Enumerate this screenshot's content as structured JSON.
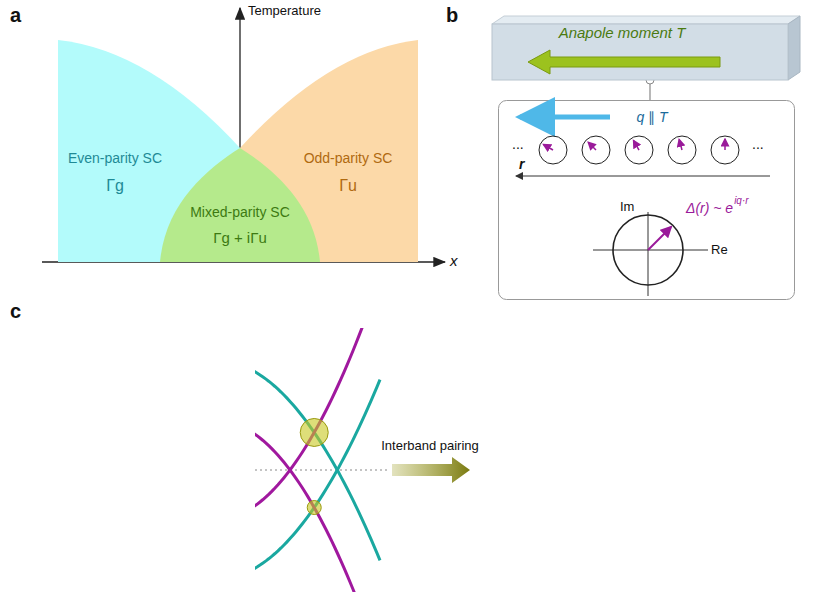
{
  "diagram": {
    "nodes": [
      {
        "text": [
          "Even-parity SC",
          "Γg"
        ]
      },
      {
        "text": [
          "Odd-parity SC",
          "Γu"
        ]
      },
      {
        "text": [
          "Mixed-parity SC",
          "Γg + iΓu"
        ]
      },
      {
        "text": [
          "Anapole moment T"
        ]
      },
      {
        "text": [
          "q ∥ T",
          "Δ(r) ~ e",
          "iq·r"
        ]
      }
    ],
    "edges": [
      {
        "from": 3,
        "to": 4,
        "arrow": "none"
      }
    ],
    "labels": [
      "a",
      "b",
      "c",
      "Temperature",
      "x",
      "...",
      "...",
      "r",
      "Im",
      "Re",
      "Interband pairing"
    ]
  }
}
